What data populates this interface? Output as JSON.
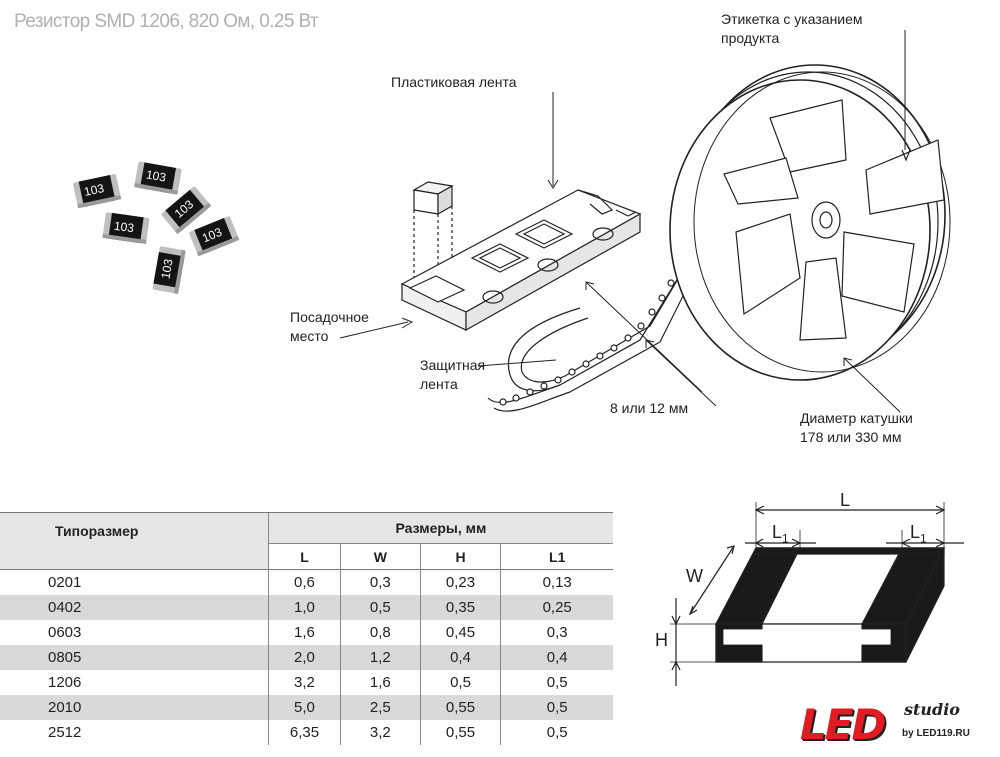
{
  "title": "Резистор SMD 1206, 820 Ом, 0.25 Вт",
  "chip_marking": "103",
  "labels": {
    "plastic_tape": "Пластиковая лента",
    "product_label_1": "Этикетка с указанием",
    "product_label_2": "продукта",
    "seat_1": "Посадочное",
    "seat_2": "место",
    "cover_tape_1": "Защитная",
    "cover_tape_2": "лента",
    "tape_width": "8 или 12 мм",
    "reel_diameter_1": "Диаметр катушки",
    "reel_diameter_2": "178 или 330 мм"
  },
  "table": {
    "header_type": "Типоразмер",
    "header_dims": "Размеры, мм",
    "columns": [
      "L",
      "W",
      "H",
      "L1"
    ],
    "rows": [
      {
        "type": "0201",
        "L": "0,6",
        "W": "0,3",
        "H": "0,23",
        "L1": "0,13"
      },
      {
        "type": "0402",
        "L": "1,0",
        "W": "0,5",
        "H": "0,35",
        "L1": "0,25"
      },
      {
        "type": "0603",
        "L": "1,6",
        "W": "0,8",
        "H": "0,45",
        "L1": "0,3"
      },
      {
        "type": "0805",
        "L": "2,0",
        "W": "1,2",
        "H": "0,4",
        "L1": "0,4"
      },
      {
        "type": "1206",
        "L": "3,2",
        "W": "1,6",
        "H": "0,5",
        "L1": "0,5"
      },
      {
        "type": "2010",
        "L": "5,0",
        "W": "2,5",
        "H": "0,55",
        "L1": "0,5"
      },
      {
        "type": "2512",
        "L": "6,35",
        "W": "3,2",
        "H": "0,55",
        "L1": "0,5"
      }
    ]
  },
  "dim_diagram": {
    "L": "L",
    "L1_base": "L",
    "L1_sub": "1",
    "W": "W",
    "H": "H"
  },
  "logo": {
    "main": "LED",
    "sub": "studio",
    "by": "by LED119.RU"
  },
  "colors": {
    "logo_red": "#e11b22",
    "row_shade": "#d9d9d9",
    "title_gray": "#b0b0b0"
  }
}
